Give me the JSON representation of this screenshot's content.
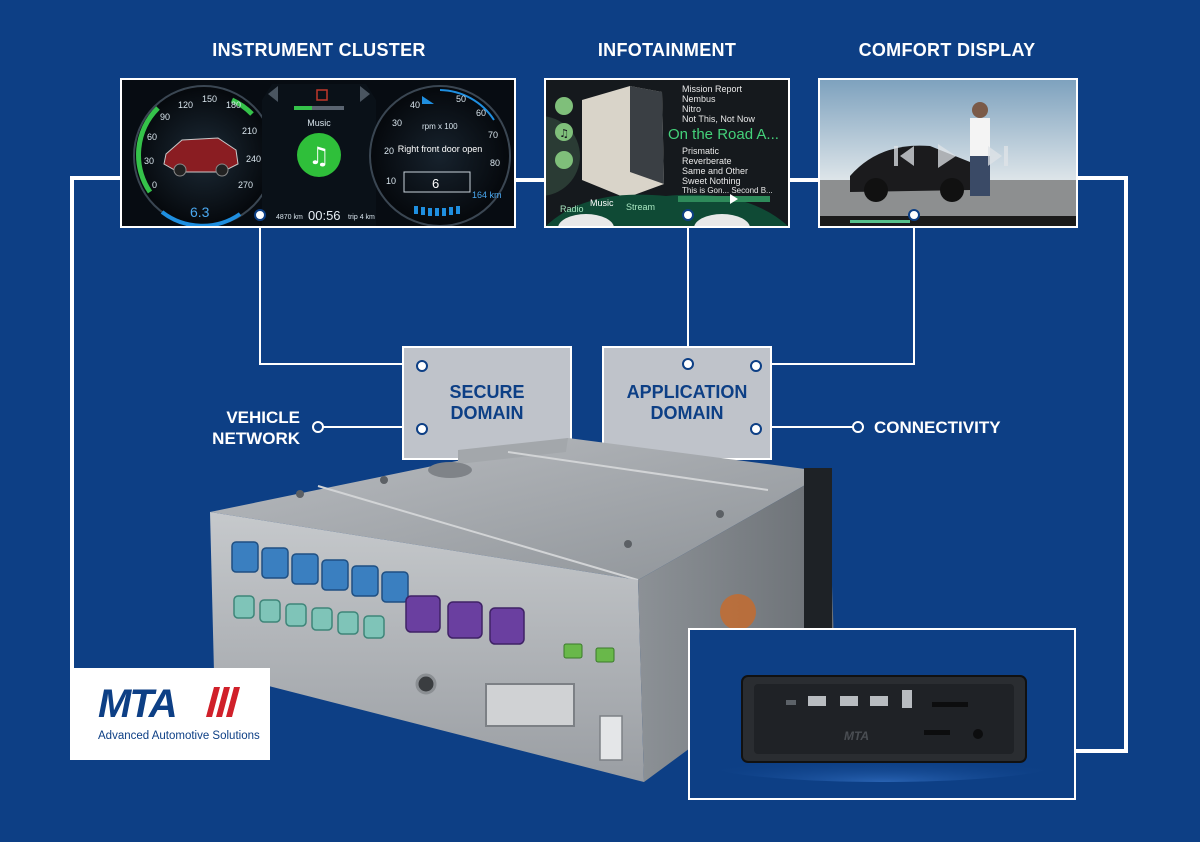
{
  "screens": {
    "cluster_title": "INSTRUMENT CLUSTER",
    "infotainment_title": "INFOTAINMENT",
    "comfort_title": "COMFORT DISPLAY"
  },
  "cluster": {
    "speed_ticks": [
      "0",
      "30",
      "60",
      "90",
      "120",
      "150",
      "180",
      "210",
      "240",
      "270"
    ],
    "rpm_ticks": [
      "10",
      "20",
      "30",
      "40",
      "50",
      "60",
      "70",
      "80"
    ],
    "media_label": "Music",
    "rpm_unit": "rpm x 100",
    "door_message": "Right front door open",
    "gear": "6",
    "fuel_value": "6.3",
    "range_value": "164",
    "range_unit": "km",
    "odo_value": "4870",
    "odo_unit": "km",
    "clock": "00:56",
    "trip_label": "trip",
    "trip_value": "4",
    "trip_unit": "km"
  },
  "infotainment": {
    "tracks_top": [
      "Mission Report",
      "Nembus",
      "Nitro",
      "Not This, Not Now"
    ],
    "now_playing": "On the Road A...",
    "tracks_bottom": [
      "Prismatic",
      "Reverberate",
      "Same and Other",
      "Sweet Nothing",
      "This is Gon... Second B..."
    ],
    "tabs": [
      "Radio",
      "Music",
      "Stream"
    ]
  },
  "domains": {
    "secure": [
      "SECURE",
      "DOMAIN"
    ],
    "application": [
      "APPLICATION",
      "DOMAIN"
    ]
  },
  "side_labels": {
    "vehicle_network": [
      "VEHICLE",
      "NETWORK"
    ],
    "connectivity": "CONNECTIVITY"
  },
  "logo": {
    "mark": "MTA",
    "tagline": "Advanced Automotive Solutions"
  },
  "colors": {
    "background": "#0d3f85",
    "domain_box": "#bfc3ca",
    "domain_text": "#0d3f85",
    "connector_blue": "#3a7fc0",
    "connector_teal": "#7fc4b8",
    "connector_purple": "#6a3fa0",
    "connector_green": "#69b84a",
    "logo_red": "#d0202a"
  }
}
